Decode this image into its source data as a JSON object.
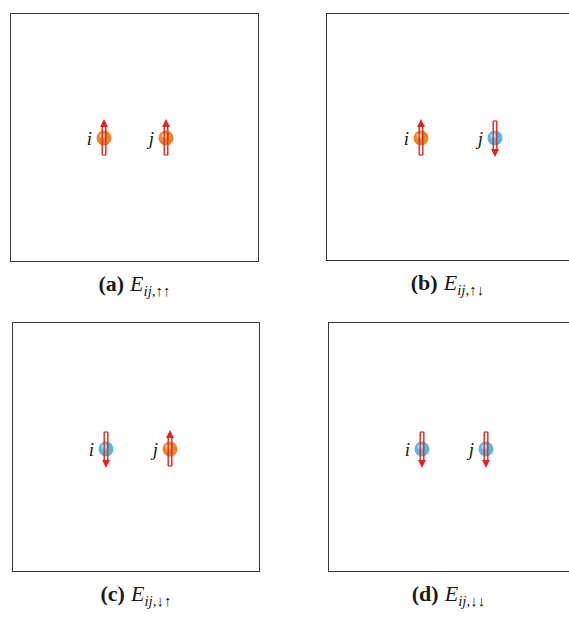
{
  "diagram": {
    "nodes": [
      {
        "text": [
          "i",
          "j",
          "(a)",
          "E",
          "ij,↑↑"
        ]
      },
      {
        "text": [
          "i",
          "j",
          "(b)",
          "E",
          "ij,↑↓"
        ]
      },
      {
        "text": [
          "i",
          "j",
          "(c)",
          "E",
          "ij,↓↑"
        ]
      },
      {
        "text": [
          "i",
          "j",
          "(d)",
          "E",
          "ij,↓↓"
        ]
      }
    ]
  }
}
